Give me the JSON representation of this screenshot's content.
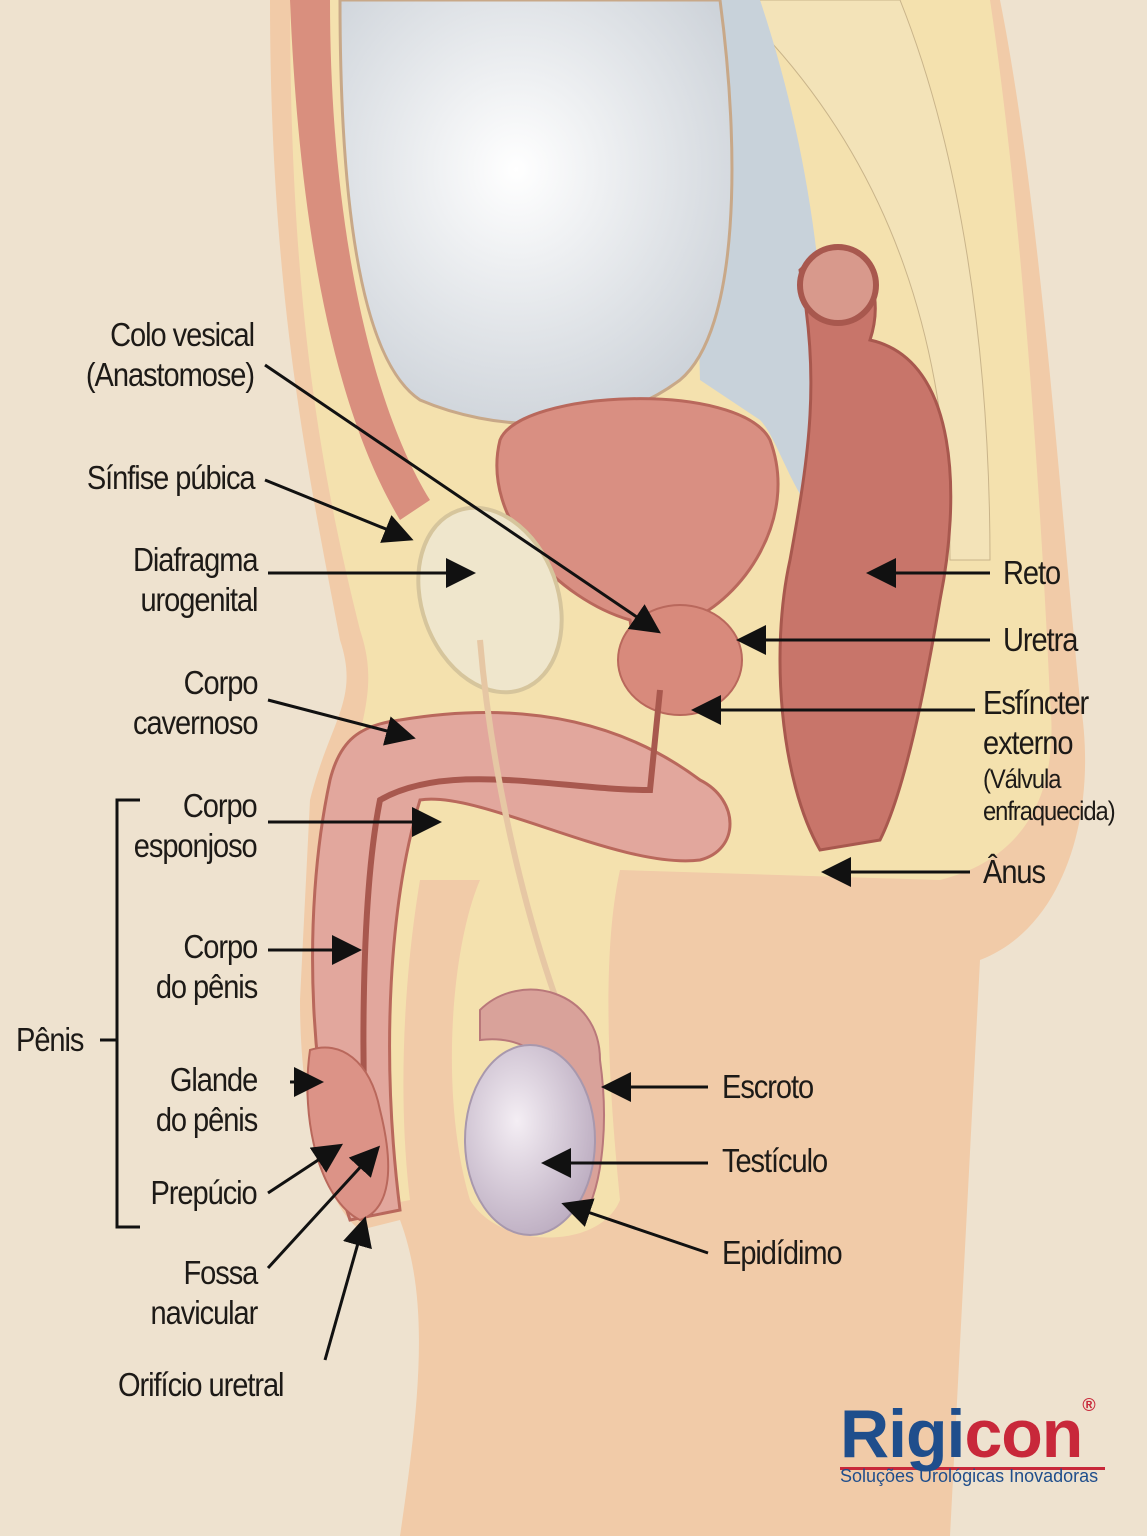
{
  "labels_left": {
    "colo_vesical": [
      "Colo vesical",
      "(Anastomose)"
    ],
    "sinfise": "Sínfise púbica",
    "diafragma": [
      "Diafragma",
      "urogenital"
    ],
    "cavernoso": [
      "Corpo",
      "cavernoso"
    ],
    "esponjoso": [
      "Corpo",
      "esponjoso"
    ],
    "corpo_penis": [
      "Corpo",
      "do pênis"
    ],
    "glande": [
      "Glande",
      "do pênis"
    ],
    "prepucio": "Prepúcio",
    "fossa": [
      "Fossa",
      "navicular"
    ],
    "orificio": "Orifício uretral",
    "penis": "Pênis"
  },
  "labels_right": {
    "reto": "Reto",
    "uretra": "Uretra",
    "esfincter": [
      "Esfíncter",
      "externo",
      "(Válvula",
      "enfraquecida)"
    ],
    "anus": "Ânus",
    "escroto": "Escroto",
    "testiculo": "Testículo",
    "epididimo": "Epidídimo"
  },
  "logo": {
    "part1": "Rigi",
    "part2": "con",
    "mark": "®",
    "tagline": "Soluções Urológicas Inovadoras"
  },
  "colors": {
    "background": "#eee2cf",
    "blue": "#1f4e8c",
    "red": "#c8283a"
  }
}
